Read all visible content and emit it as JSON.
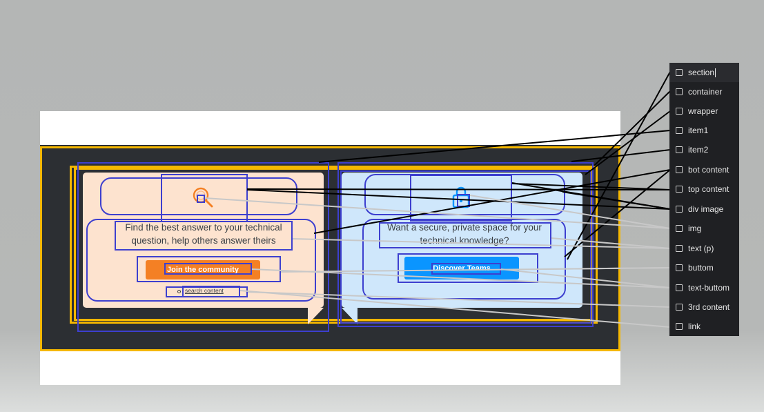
{
  "cards": [
    {
      "description": "Find the best answer to your technical question, help others answer theirs",
      "button_label": "Join the community",
      "link_text": "search content",
      "icon": "search-icon",
      "accent": "#f48024",
      "background": "#fde3cf"
    },
    {
      "description": "Want a secure, private space for your technical knowledge?",
      "button_label": "Discover Teams",
      "icon": "lock-icon",
      "accent": "#0a95ff",
      "background": "#cfe7fb"
    }
  ],
  "layer_panel": {
    "items": [
      {
        "label": "section"
      },
      {
        "label": "container"
      },
      {
        "label": "wrapper"
      },
      {
        "label": "item1"
      },
      {
        "label": "item2"
      },
      {
        "label": "bot content"
      },
      {
        "label": "top content"
      },
      {
        "label": "div image"
      },
      {
        "label": "img"
      },
      {
        "label": "text (p)"
      },
      {
        "label": "buttom"
      },
      {
        "label": "text-buttom"
      },
      {
        "label": "3rd content"
      },
      {
        "label": "link"
      }
    ]
  },
  "colors": {
    "outline_yellow": "#f5b700",
    "outline_blue": "#3d3fcf",
    "connector_black": "#000000",
    "connector_gray": "#c8c8c8",
    "dark_section": "#2c2f33"
  }
}
